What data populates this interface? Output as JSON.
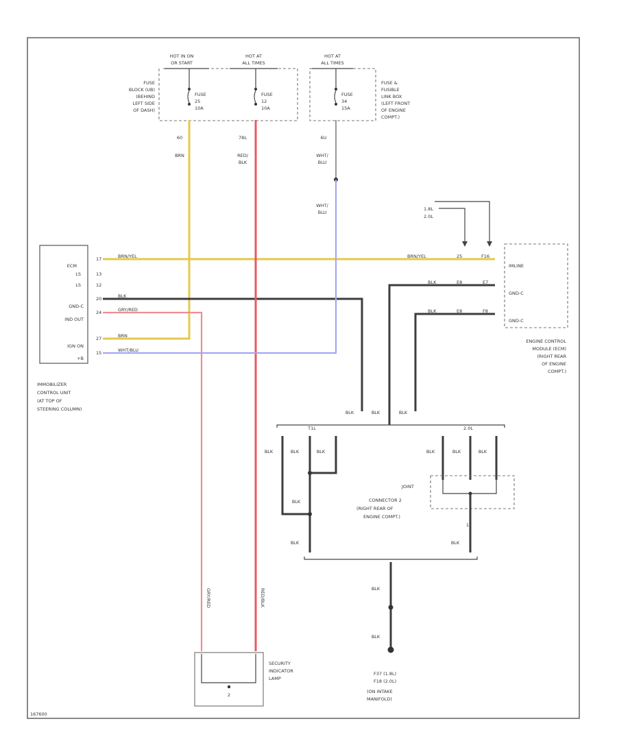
{
  "colors": {
    "yellow": "#e6c84b",
    "red": "#e9585f",
    "pink": "#ee8d93",
    "blue": "#a5a5f2",
    "black": "#3c3c3c"
  },
  "figure_code": "167600",
  "top_supply": {
    "hot_run_start": [
      "HOT IN ON",
      "OR START"
    ],
    "hot_all_times_1": [
      "HOT AT",
      "ALL TIMES"
    ],
    "hot_all_times_2": [
      "HOT AT",
      "ALL TIMES"
    ],
    "fuse_block_loc": [
      "FUSE",
      "BLOCK (UB)",
      "(BEHIND",
      "LEFT SIDE",
      "OF DASH)"
    ],
    "fuse_box_loc": [
      "FUSE &",
      "FUSIBLE",
      "LINK BOX",
      "(LEFT FRONT",
      "OF ENGINE",
      "COMPT.)"
    ],
    "fuse_a": [
      "FUSE",
      "25",
      "10A"
    ],
    "fuse_b": [
      "FUSE",
      "12",
      "10A"
    ],
    "fuse_c": [
      "FUSE",
      "34",
      "15A"
    ]
  },
  "wire_ids": {
    "w_yellow": "60",
    "w_red": "78L",
    "w_blue": "6U"
  },
  "wire_labels": {
    "brn": "BRN",
    "red_blk": [
      "RED/",
      "BLK"
    ],
    "wht_blu_1": [
      "WHT/",
      "BLU"
    ],
    "wht_blu_2": [
      "WHT/",
      "BLU"
    ]
  },
  "immobilizer": {
    "pins": [
      "ECM",
      "LS",
      "LS",
      "GND-C",
      "IND OUT",
      "IGN ON",
      "+B"
    ],
    "pin_nums": [
      "17",
      "13",
      "12",
      "20",
      "24",
      "27",
      "15"
    ],
    "wires": [
      "BRN/YEL",
      "BLK",
      "GRY/RED",
      "BRN",
      "WHT/BLU"
    ],
    "location": [
      "IMMOBILIZER",
      "CONTROL UNIT",
      "(AT TOP OF",
      "STEERING COLUMN)"
    ]
  },
  "ecm": {
    "notes": [
      "1.8L",
      "2.0L"
    ],
    "pins": [
      "IMLINE",
      "GND-C",
      "GND-C"
    ],
    "pin_nums": [
      "25",
      "F16",
      "E8",
      "E7",
      "E8",
      "F8"
    ],
    "wires": [
      "BRN/YEL",
      "BLK",
      "BLK"
    ],
    "location": [
      "ENGINE CONTROL",
      "MODULE (ECM)",
      "(RIGHT REAR",
      "OF ENGINE",
      "COMPT.)"
    ]
  },
  "ground_network": {
    "blk": "BLK",
    "pin_tags": [
      "T1L",
      "2.0L"
    ],
    "joint": [
      "JOINT",
      "CONNECTOR 2",
      "(RIGHT REAR OF",
      "ENGINE COMPT.)"
    ],
    "joint_pin": "1"
  },
  "lamp": {
    "label": [
      "SECURITY",
      "INDICATOR",
      "LAMP"
    ],
    "pin": "2",
    "wire_pink": "GRY/RED",
    "wire_red": "RED/BLK"
  },
  "ground": {
    "points": [
      "F37  (1.8L)",
      "F18  (2.0L)"
    ],
    "location": [
      "(ON INTAKE",
      "MANIFOLD)"
    ]
  }
}
